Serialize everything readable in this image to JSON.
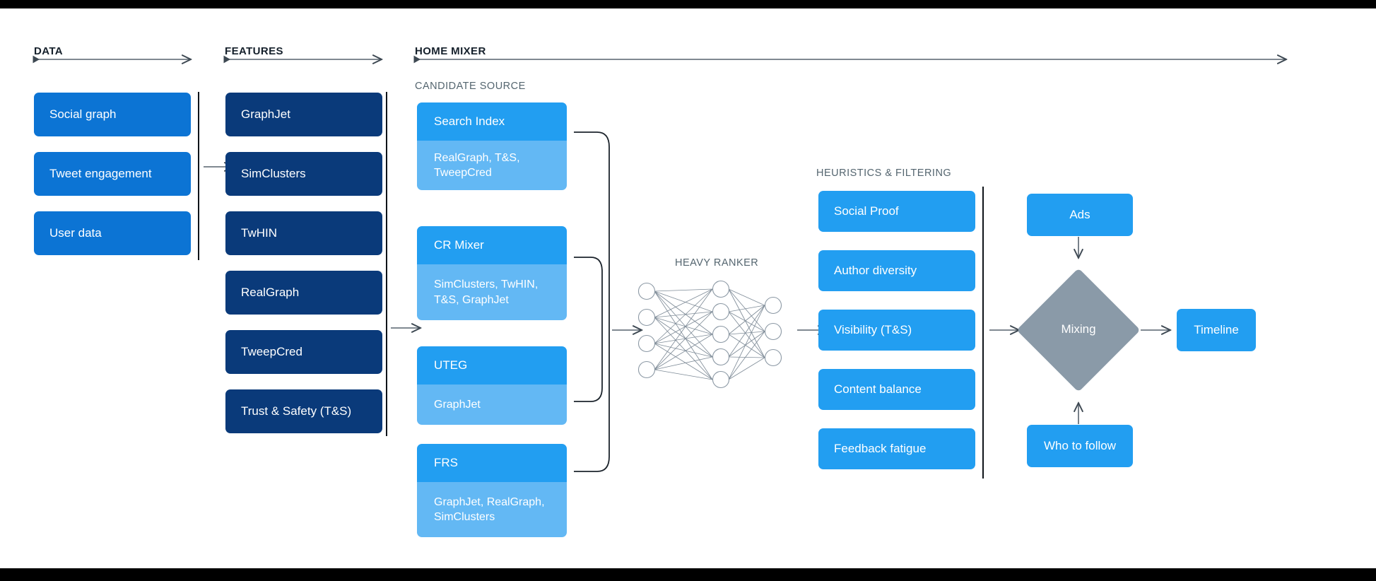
{
  "sections": {
    "data": {
      "title": "DATA"
    },
    "features": {
      "title": "FEATURES"
    },
    "home_mixer": {
      "title": "HOME MIXER"
    },
    "candidate_source": {
      "title": "CANDIDATE SOURCE"
    },
    "heavy_ranker": {
      "title": "HEAVY RANKER"
    },
    "heuristics": {
      "title": "HEURISTICS & FILTERING"
    }
  },
  "data_boxes": [
    {
      "label": "Social graph"
    },
    {
      "label": "Tweet engagement"
    },
    {
      "label": "User data"
    }
  ],
  "feature_boxes": [
    {
      "label": "GraphJet"
    },
    {
      "label": "SimClusters"
    },
    {
      "label": "TwHIN"
    },
    {
      "label": "RealGraph"
    },
    {
      "label": "TweepCred"
    },
    {
      "label": "Trust & Safety (T&S)"
    }
  ],
  "candidate_sources": [
    {
      "title": "Search Index",
      "features": "RealGraph, T&S, TweepCred"
    },
    {
      "title": "CR Mixer",
      "features": "SimClusters, TwHIN, T&S, GraphJet"
    },
    {
      "title": "UTEG",
      "features": "GraphJet"
    },
    {
      "title": "FRS",
      "features": "GraphJet, RealGraph, SimClusters"
    }
  ],
  "heuristic_boxes": [
    {
      "label": "Social Proof"
    },
    {
      "label": "Author diversity"
    },
    {
      "label": "Visibility (T&S)"
    },
    {
      "label": "Content balance"
    },
    {
      "label": "Feedback fatigue"
    }
  ],
  "mixing": {
    "label": "Mixing",
    "ads_label": "Ads",
    "who_to_follow_label": "Who to follow",
    "timeline_label": "Timeline"
  },
  "neural_net": {
    "layers": [
      4,
      5,
      3
    ]
  },
  "colors": {
    "data_blue": "#0c74d4",
    "feature_navy": "#0a3a7a",
    "source_header_blue": "#229ef1",
    "source_body_blue": "#63b8f4",
    "heuristic_blue": "#229ef1",
    "mixing_gray": "#8a9aa8",
    "heading_dark": "#15202b",
    "subheading_gray": "#54656f",
    "line_gray": "#56626d",
    "background": "#ffffff",
    "letterbox": "#000000"
  }
}
